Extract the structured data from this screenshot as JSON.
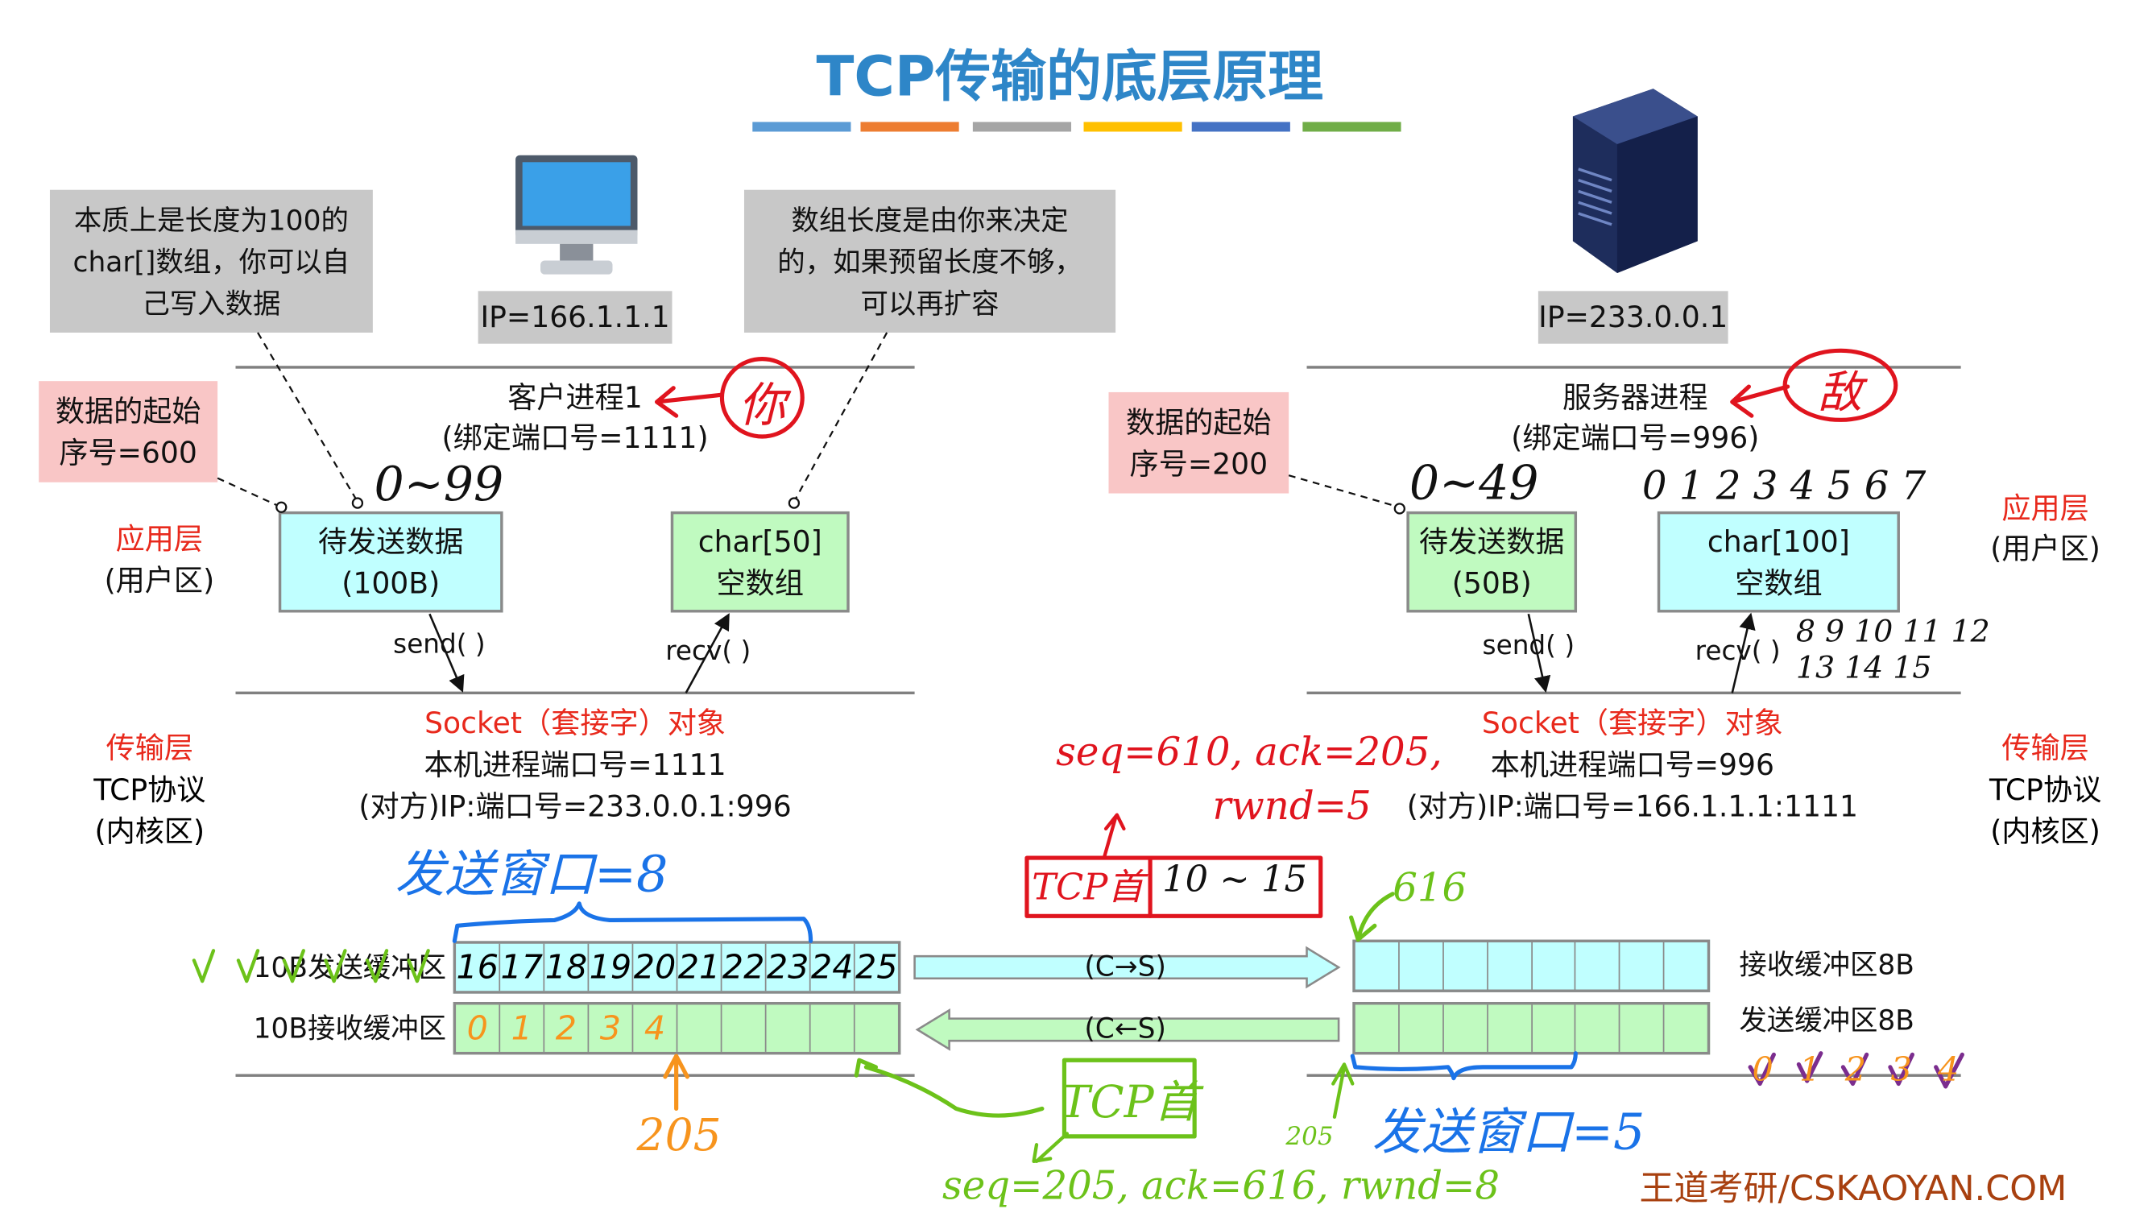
{
  "title": "TCP传输的底层原理",
  "title_bar_colors": [
    "#5b9bd5",
    "#ed7d31",
    "#a5a5a5",
    "#ffc000",
    "#4472c4",
    "#70ad47"
  ],
  "notes": {
    "left": [
      "本质上是长度为100的",
      "char[]数组，你可以自",
      "己写入数据"
    ],
    "right": [
      "数组长度是由你来决定",
      "的，如果预留长度不够，",
      "可以再扩容"
    ]
  },
  "client": {
    "ip": "IP=166.1.1.1",
    "start_seq": [
      "数据的起始",
      "序号=600"
    ],
    "process": "客户进程1",
    "port": "(绑定端口号=1111)",
    "app_layer": "应用层",
    "user_area": "(用户区)",
    "send_data_box": [
      "待发送数据",
      "(100B)"
    ],
    "array_box": [
      "char[50]",
      "空数组"
    ],
    "send_call": "send( )",
    "recv_call": "recv( )",
    "socket_title": "Socket（套接字）对象",
    "socket_local": "本机进程端口号=1111",
    "socket_remote": "(对方)IP:端口号=233.0.0.1:996",
    "transport": [
      "传输层",
      "TCP协议",
      "(内核区)"
    ],
    "send_buffer_label": "10B发送缓冲区",
    "recv_buffer_label": "10B接收缓冲区",
    "send_buffer_cells": [
      "16",
      "17",
      "18",
      "19",
      "20",
      "21",
      "22",
      "23",
      "24",
      "25"
    ],
    "recv_buffer_cells": [
      "0",
      "1",
      "2",
      "3",
      "4",
      "",
      "",
      "",
      "",
      ""
    ]
  },
  "server": {
    "ip": "IP=233.0.0.1",
    "start_seq": [
      "数据的起始",
      "序号=200"
    ],
    "process": "服务器进程",
    "port": "(绑定端口号=996)",
    "app_layer": "应用层",
    "user_area": "(用户区)",
    "send_data_box": [
      "待发送数据",
      "(50B)"
    ],
    "array_box": [
      "char[100]",
      "空数组"
    ],
    "send_call": "send( )",
    "recv_call": "recv( )",
    "socket_title": "Socket（套接字）对象",
    "socket_local": "本机进程端口号=996",
    "socket_remote": "(对方)IP:端口号=166.1.1.1:1111",
    "transport": [
      "传输层",
      "TCP协议",
      "(内核区)"
    ],
    "recv_buffer_label": "接收缓冲区8B",
    "send_buffer_label": "发送缓冲区8B"
  },
  "arrows": {
    "c_to_s": "(C→S)",
    "s_to_c": "(C←S)"
  },
  "annotations": {
    "client_tag": "你",
    "server_tag": "敌",
    "client_range": "0~99",
    "server_range": "0~49",
    "server_array_indices_top": "0 1 2 3 4 5 6 7",
    "server_array_indices_bottom": "8 9 10 11 12 13 14 15",
    "client_send_window": "发送窗口=8",
    "server_send_window": "发送窗口=5",
    "red_segment_header": "seq=610, ack=205,",
    "red_segment_rwnd": "rwnd=5",
    "red_packet_header": "TCP首",
    "red_packet_payload": "10 ~ 15",
    "green_616": "616",
    "green_packet_header": "TCP首",
    "green_segment": "seq=205, ack=616, rwnd=8",
    "orange_205": "205",
    "green_205": "205",
    "sent_bytes": [
      "0",
      "1",
      "2",
      "3",
      "4"
    ],
    "colors": {
      "red": "#e0141e",
      "blue": "#1a73e8",
      "green": "#6cc21a",
      "orange": "#f7941d",
      "purple": "#7b2d8e"
    }
  },
  "footer": "王道考研/CSKAOYAN.COM"
}
